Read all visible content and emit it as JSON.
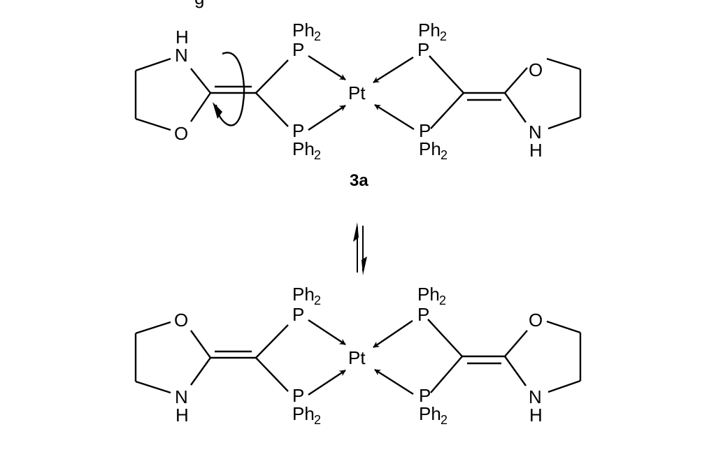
{
  "diagram": {
    "type": "chemical-equilibrium",
    "compound_label": "3a",
    "top_cut_glyph": "g",
    "metal": "Pt",
    "phosphine": {
      "atom": "P",
      "substituent": "Ph",
      "subscript": "2"
    },
    "ring_atoms": {
      "oxygen": "O",
      "nitrogen": "N",
      "hydrogen": "H"
    },
    "arrow": "equilibrium",
    "top_structure": {
      "description": "Pt bis-chelate; left ligand N on top, O on bottom with rotation arrow about C=C; right ligand O on top, N-H on bottom"
    },
    "bottom_structure": {
      "description": "Pt bis-chelate; both oxazolidine ligands with O on top and N-H on bottom"
    }
  }
}
